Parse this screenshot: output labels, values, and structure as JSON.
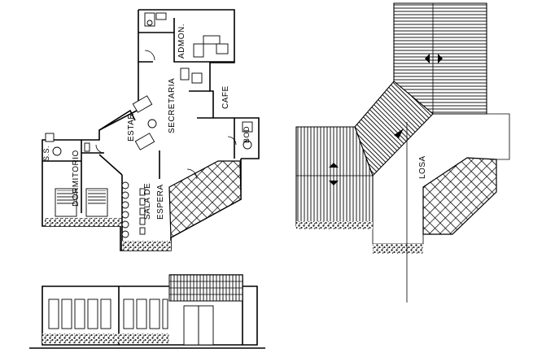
{
  "floor_plan": {
    "rooms": {
      "admon": "ADMON.",
      "secretaria": "SECRETARIA",
      "cafe": "CAFE",
      "estar": "ESTAR",
      "bod": "BOD",
      "ss": "S.S.",
      "dormitorio": "DORMITORIO",
      "sala_line1": "SALA DE",
      "sala_line2": "ESPERA"
    }
  },
  "roof_plan": {
    "losa": "LOSA"
  },
  "colors": {
    "ink": "#000000",
    "paper": "#ffffff",
    "gravel": "#222222"
  }
}
